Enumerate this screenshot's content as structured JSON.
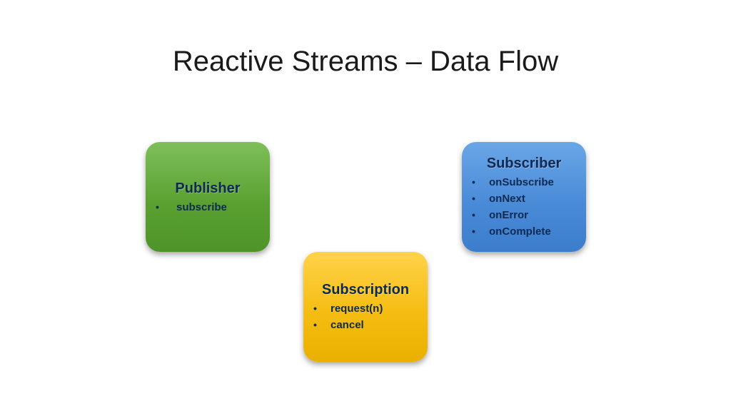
{
  "slide": {
    "title": "Reactive Streams – Data Flow"
  },
  "boxes": {
    "publisher": {
      "title": "Publisher",
      "color": "#5aa132",
      "items": [
        "subscribe"
      ]
    },
    "subscriber": {
      "title": "Subscriber",
      "color": "#4a8bd8",
      "items": [
        "onSubscribe",
        "onNext",
        "onError",
        "onComplete"
      ]
    },
    "subscription": {
      "title": "Subscription",
      "color": "#f5bd12",
      "items": [
        "request(n)",
        "cancel"
      ]
    }
  },
  "bullet_symbol": "•"
}
